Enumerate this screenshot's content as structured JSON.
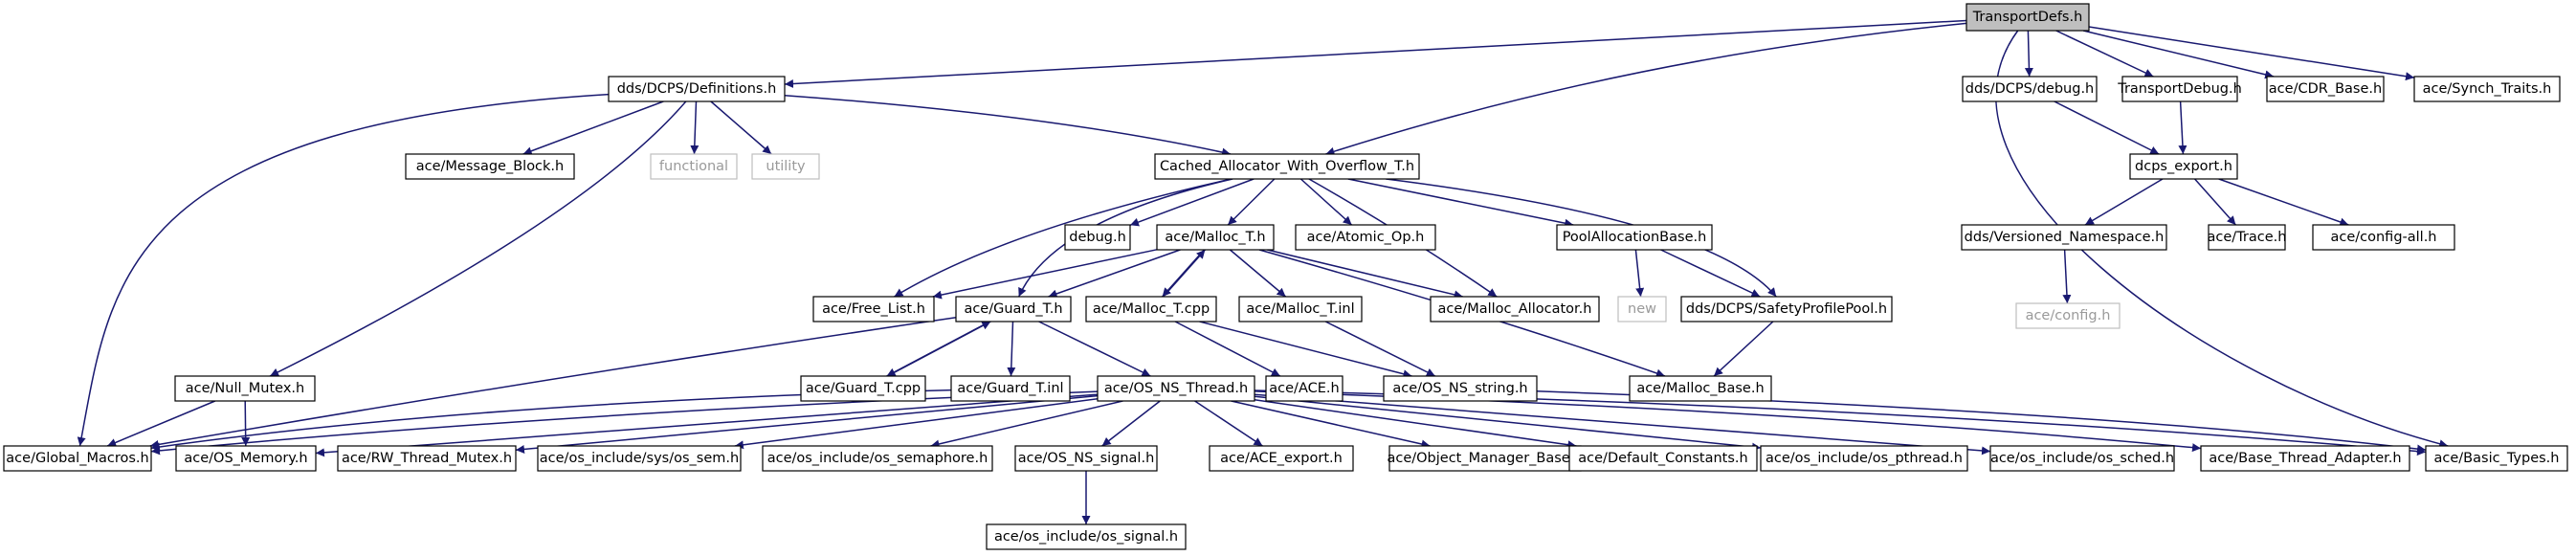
{
  "colors": {
    "root_fill": "#bfbfbf",
    "node_fill": "#ffffff",
    "edge": "#191970",
    "external_border": "#bfbfbf",
    "external_text": "#9a9a9a"
  },
  "nodes": [
    {
      "id": "transportdefs",
      "label": "TransportDefs.h",
      "root": true
    },
    {
      "id": "definitions",
      "label": "dds/DCPS/Definitions.h"
    },
    {
      "id": "dcps_debug",
      "label": "dds/DCPS/debug.h"
    },
    {
      "id": "transportdebug",
      "label": "TransportDebug.h"
    },
    {
      "id": "cdr_base",
      "label": "ace/CDR_Base.h"
    },
    {
      "id": "synch_traits",
      "label": "ace/Synch_Traits.h"
    },
    {
      "id": "message_block",
      "label": "ace/Message_Block.h"
    },
    {
      "id": "functional",
      "label": "functional",
      "external": true
    },
    {
      "id": "utility",
      "label": "utility",
      "external": true
    },
    {
      "id": "cached_alloc",
      "label": "Cached_Allocator_With_Overflow_T.h"
    },
    {
      "id": "dcps_export",
      "label": "dcps_export.h"
    },
    {
      "id": "debug_h",
      "label": "debug.h"
    },
    {
      "id": "malloc_t_h",
      "label": "ace/Malloc_T.h"
    },
    {
      "id": "atomic_op",
      "label": "ace/Atomic_Op.h"
    },
    {
      "id": "pool_alloc",
      "label": "PoolAllocationBase.h"
    },
    {
      "id": "versioned_ns",
      "label": "dds/Versioned_Namespace.h"
    },
    {
      "id": "trace",
      "label": "ace/Trace.h"
    },
    {
      "id": "config_all",
      "label": "ace/config-all.h"
    },
    {
      "id": "free_list",
      "label": "ace/Free_List.h"
    },
    {
      "id": "guard_t_h",
      "label": "ace/Guard_T.h"
    },
    {
      "id": "malloc_t_cpp",
      "label": "ace/Malloc_T.cpp"
    },
    {
      "id": "malloc_t_inl",
      "label": "ace/Malloc_T.inl"
    },
    {
      "id": "malloc_allocator",
      "label": "ace/Malloc_Allocator.h"
    },
    {
      "id": "new_h",
      "label": "new",
      "external": true
    },
    {
      "id": "safety_pool",
      "label": "dds/DCPS/SafetyProfilePool.h"
    },
    {
      "id": "config_h",
      "label": "ace/config.h",
      "external": true
    },
    {
      "id": "null_mutex",
      "label": "ace/Null_Mutex.h"
    },
    {
      "id": "guard_t_cpp",
      "label": "ace/Guard_T.cpp"
    },
    {
      "id": "guard_t_inl",
      "label": "ace/Guard_T.inl"
    },
    {
      "id": "ace_h",
      "label": "ace/ACE.h"
    },
    {
      "id": "os_ns_string",
      "label": "ace/OS_NS_string.h"
    },
    {
      "id": "malloc_base",
      "label": "ace/Malloc_Base.h"
    },
    {
      "id": "os_ns_thread",
      "label": "ace/OS_NS_Thread.h"
    },
    {
      "id": "global_macros",
      "label": "ace/Global_Macros.h"
    },
    {
      "id": "os_memory",
      "label": "ace/OS_Memory.h"
    },
    {
      "id": "rw_thread_mutex",
      "label": "ace/RW_Thread_Mutex.h"
    },
    {
      "id": "os_sem",
      "label": "ace/os_include/sys/os_sem.h"
    },
    {
      "id": "os_semaphore",
      "label": "ace/os_include/os_semaphore.h"
    },
    {
      "id": "os_ns_signal",
      "label": "ace/OS_NS_signal.h"
    },
    {
      "id": "ace_export",
      "label": "ace/ACE_export.h"
    },
    {
      "id": "object_manager_base",
      "label": "ace/Object_Manager_Base.h"
    },
    {
      "id": "default_constants",
      "label": "ace/Default_Constants.h"
    },
    {
      "id": "os_pthread",
      "label": "ace/os_include/os_pthread.h"
    },
    {
      "id": "os_sched",
      "label": "ace/os_include/os_sched.h"
    },
    {
      "id": "base_thread_adapter",
      "label": "ace/Base_Thread_Adapter.h"
    },
    {
      "id": "basic_types",
      "label": "ace/Basic_Types.h"
    },
    {
      "id": "os_signal",
      "label": "ace/os_include/os_signal.h"
    }
  ],
  "edges": [
    {
      "from": "transportdefs",
      "to": "definitions"
    },
    {
      "from": "transportdefs",
      "to": "cached_alloc"
    },
    {
      "from": "transportdefs",
      "to": "dcps_debug"
    },
    {
      "from": "transportdefs",
      "to": "transportdebug"
    },
    {
      "from": "transportdefs",
      "to": "cdr_base"
    },
    {
      "from": "transportdefs",
      "to": "synch_traits"
    },
    {
      "from": "transportdefs",
      "to": "basic_types"
    },
    {
      "from": "definitions",
      "to": "global_macros"
    },
    {
      "from": "definitions",
      "to": "message_block"
    },
    {
      "from": "definitions",
      "to": "functional"
    },
    {
      "from": "definitions",
      "to": "utility"
    },
    {
      "from": "definitions",
      "to": "null_mutex"
    },
    {
      "from": "definitions",
      "to": "cached_alloc"
    },
    {
      "from": "dcps_debug",
      "to": "dcps_export"
    },
    {
      "from": "transportdebug",
      "to": "dcps_export"
    },
    {
      "from": "dcps_export",
      "to": "versioned_ns"
    },
    {
      "from": "dcps_export",
      "to": "trace"
    },
    {
      "from": "dcps_export",
      "to": "config_all"
    },
    {
      "from": "versioned_ns",
      "to": "config_h"
    },
    {
      "from": "cached_alloc",
      "to": "free_list"
    },
    {
      "from": "cached_alloc",
      "to": "guard_t_h"
    },
    {
      "from": "cached_alloc",
      "to": "debug_h"
    },
    {
      "from": "cached_alloc",
      "to": "malloc_t_h"
    },
    {
      "from": "cached_alloc",
      "to": "atomic_op"
    },
    {
      "from": "cached_alloc",
      "to": "malloc_allocator"
    },
    {
      "from": "cached_alloc",
      "to": "pool_alloc"
    },
    {
      "from": "cached_alloc",
      "to": "safety_pool"
    },
    {
      "from": "malloc_t_h",
      "to": "free_list"
    },
    {
      "from": "malloc_t_h",
      "to": "guard_t_h"
    },
    {
      "from": "malloc_t_h",
      "to": "malloc_t_cpp"
    },
    {
      "from": "malloc_t_cpp",
      "to": "malloc_t_h"
    },
    {
      "from": "malloc_t_h",
      "to": "malloc_t_inl"
    },
    {
      "from": "malloc_t_h",
      "to": "malloc_allocator"
    },
    {
      "from": "malloc_t_h",
      "to": "malloc_base"
    },
    {
      "from": "pool_alloc",
      "to": "new_h"
    },
    {
      "from": "pool_alloc",
      "to": "safety_pool"
    },
    {
      "from": "safety_pool",
      "to": "malloc_base"
    },
    {
      "from": "guard_t_h",
      "to": "guard_t_cpp"
    },
    {
      "from": "guard_t_cpp",
      "to": "guard_t_h"
    },
    {
      "from": "guard_t_h",
      "to": "guard_t_inl"
    },
    {
      "from": "guard_t_h",
      "to": "os_ns_thread"
    },
    {
      "from": "guard_t_h",
      "to": "global_macros"
    },
    {
      "from": "guard_t_inl",
      "to": "global_macros"
    },
    {
      "from": "malloc_t_cpp",
      "to": "ace_h"
    },
    {
      "from": "malloc_t_cpp",
      "to": "os_ns_string"
    },
    {
      "from": "malloc_t_inl",
      "to": "os_ns_string"
    },
    {
      "from": "os_ns_string",
      "to": "basic_types"
    },
    {
      "from": "null_mutex",
      "to": "global_macros"
    },
    {
      "from": "null_mutex",
      "to": "os_memory"
    },
    {
      "from": "os_ns_thread",
      "to": "global_macros"
    },
    {
      "from": "os_ns_thread",
      "to": "os_memory"
    },
    {
      "from": "os_ns_thread",
      "to": "rw_thread_mutex"
    },
    {
      "from": "os_ns_thread",
      "to": "os_sem"
    },
    {
      "from": "os_ns_thread",
      "to": "os_semaphore"
    },
    {
      "from": "os_ns_thread",
      "to": "os_ns_signal"
    },
    {
      "from": "os_ns_thread",
      "to": "ace_export"
    },
    {
      "from": "os_ns_thread",
      "to": "object_manager_base"
    },
    {
      "from": "os_ns_thread",
      "to": "default_constants"
    },
    {
      "from": "os_ns_thread",
      "to": "os_pthread"
    },
    {
      "from": "os_ns_thread",
      "to": "os_sched"
    },
    {
      "from": "os_ns_thread",
      "to": "base_thread_adapter"
    },
    {
      "from": "os_ns_thread",
      "to": "basic_types"
    },
    {
      "from": "os_ns_signal",
      "to": "os_signal"
    }
  ]
}
